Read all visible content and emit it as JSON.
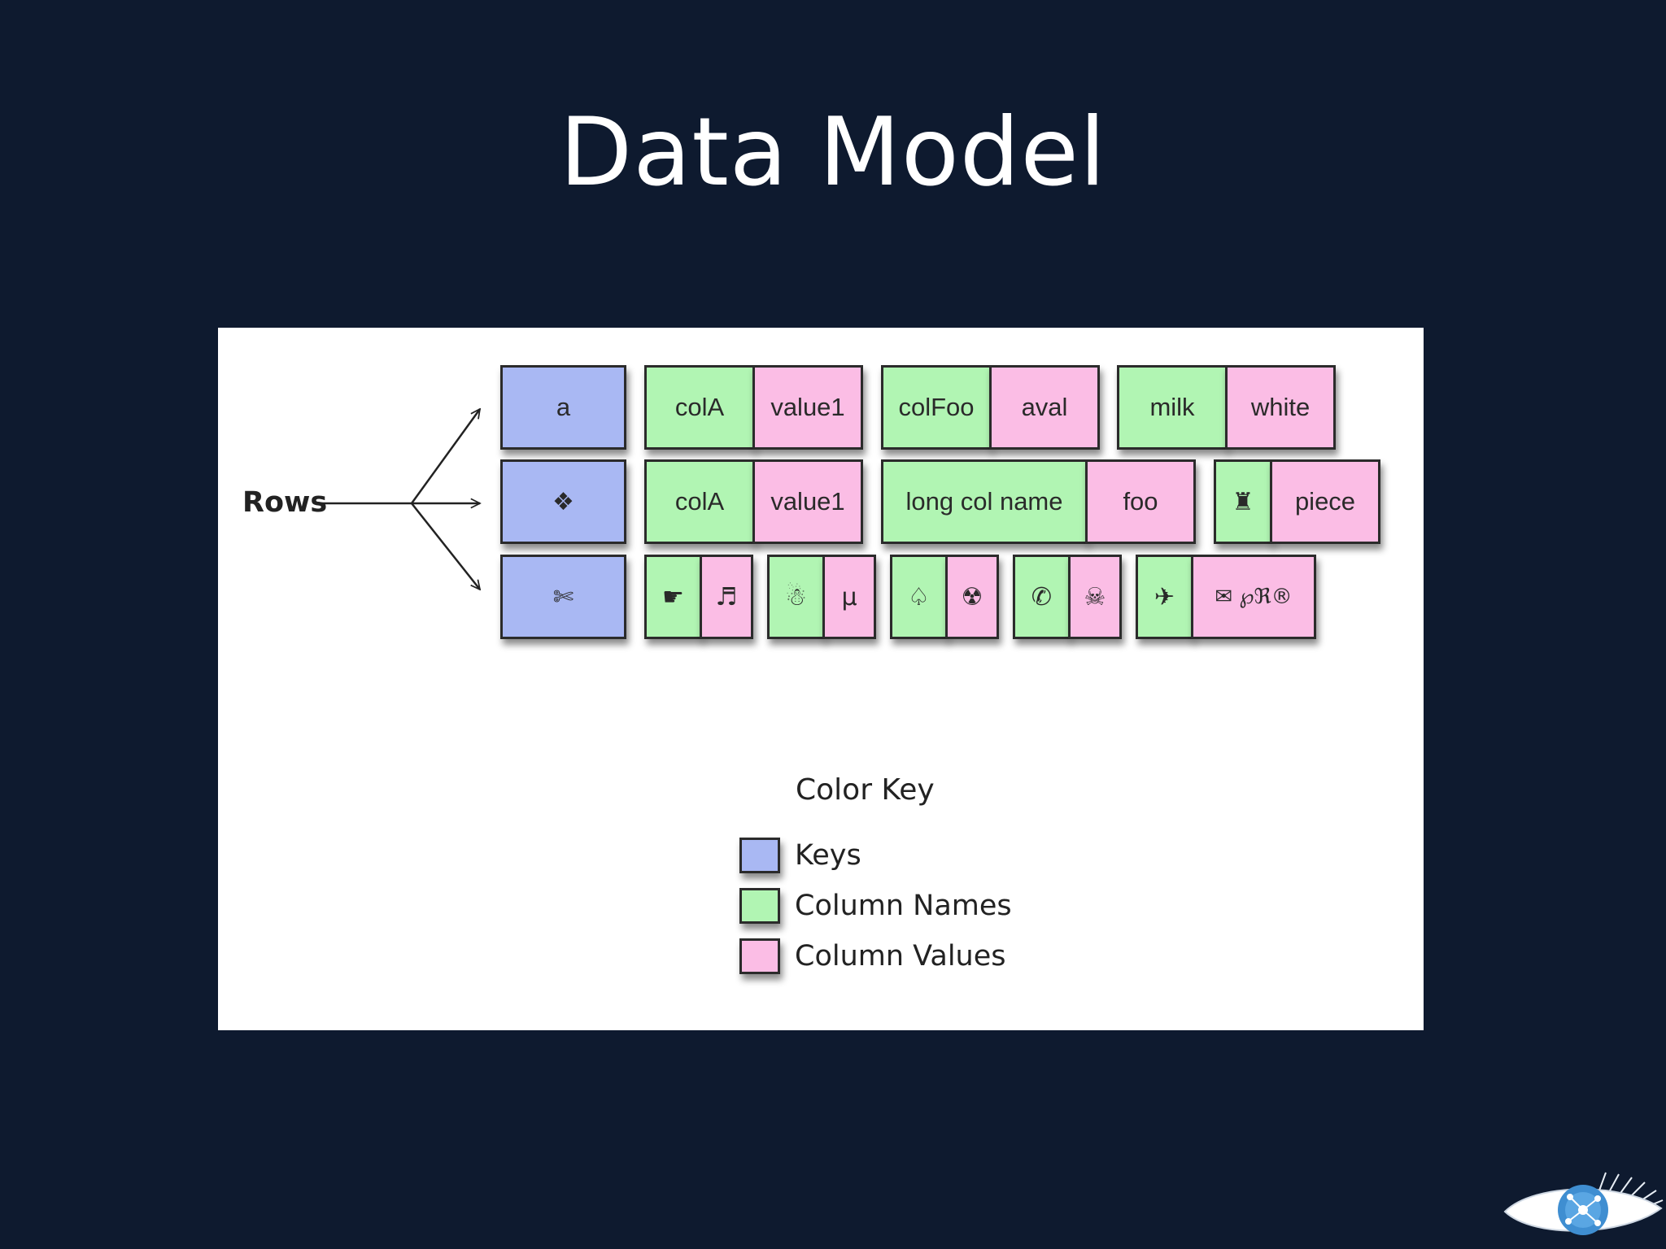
{
  "slide": {
    "title": "Data Model"
  },
  "diagram": {
    "rows_label": "Rows",
    "rows": [
      {
        "key": "a",
        "columns": [
          {
            "name": "colA",
            "value": "value1"
          },
          {
            "name": "colFoo",
            "value": "aval"
          },
          {
            "name": "milk",
            "value": "white"
          }
        ]
      },
      {
        "key": "❖",
        "columns": [
          {
            "name": "colA",
            "value": "value1"
          },
          {
            "name": "long col name",
            "value": "foo"
          },
          {
            "name": "♜",
            "value": "piece"
          }
        ]
      },
      {
        "key": "✄",
        "columns": [
          {
            "name": "☛",
            "value": "♬"
          },
          {
            "name": "☃",
            "value": "μ"
          },
          {
            "name": "♤",
            "value": "☢"
          },
          {
            "name": "✆",
            "value": "☠"
          },
          {
            "name": "✈",
            "value": "✉ ℘ℜ®"
          }
        ]
      }
    ]
  },
  "legend": {
    "title": "Color Key",
    "items": [
      {
        "label": "Keys",
        "color": "#a9b8f3"
      },
      {
        "label": "Column Names",
        "color": "#b1f5b3"
      },
      {
        "label": "Column Values",
        "color": "#fbbde5"
      }
    ]
  },
  "colors": {
    "background": "#0e1a2f",
    "panel": "#ffffff",
    "key": "#a9b8f3",
    "column_name": "#b1f5b3",
    "column_value": "#fbbde5",
    "logo_blue": "#3f8ed1"
  },
  "icons": {
    "logo": "eye-logo-icon"
  }
}
